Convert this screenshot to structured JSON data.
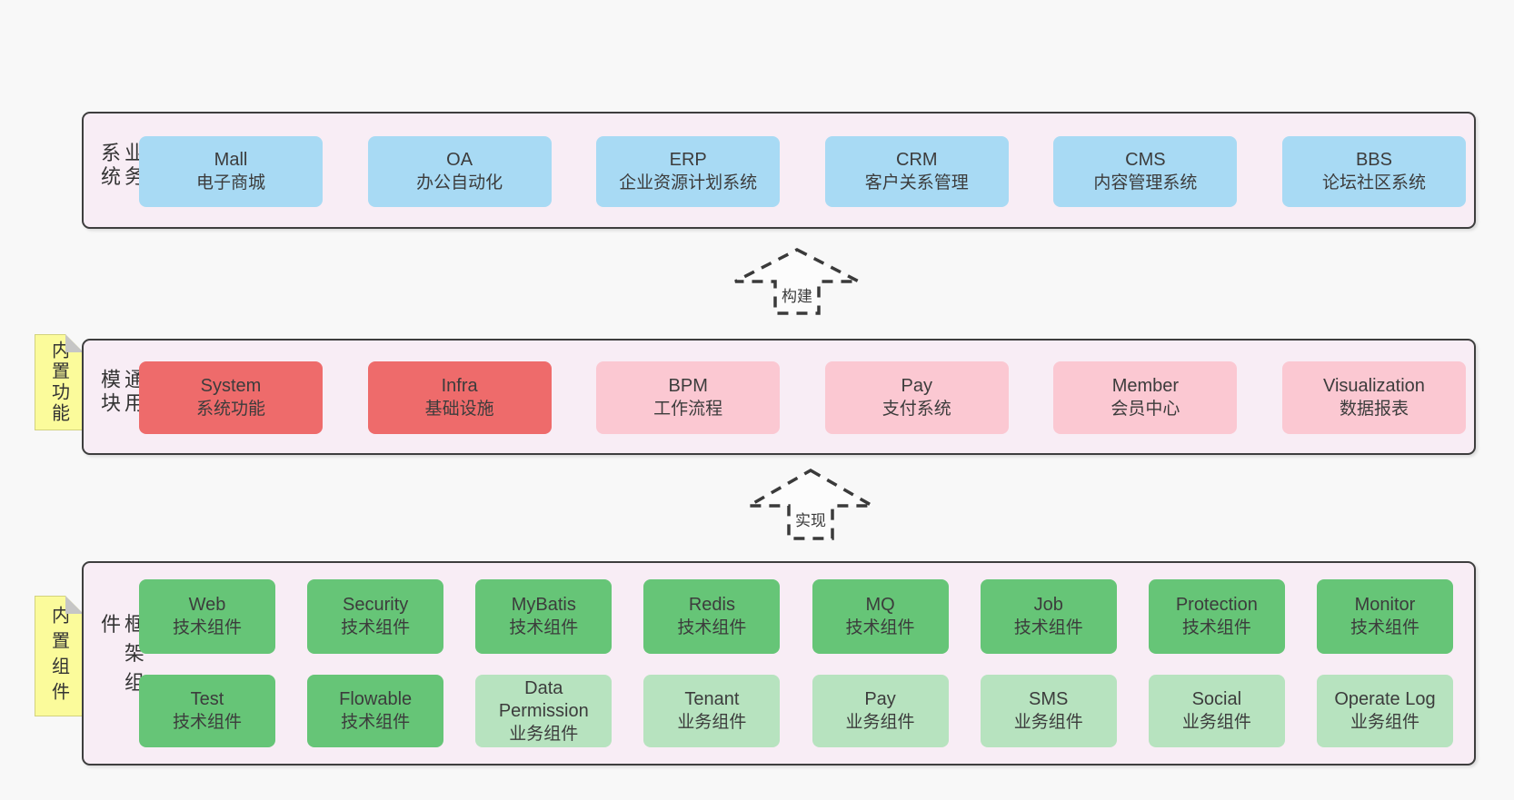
{
  "colors": {
    "page_bg": "#f8f8f8",
    "band_bg": "#f8edf5",
    "band_border": "#3e3e3e",
    "box_blue": "#a8daf4",
    "box_red": "#ee6b6b",
    "box_pink": "#fbc8d2",
    "box_green": "#66c577",
    "box_light_green": "#b7e3bf",
    "sticky_yellow": "#fbfb9b",
    "text": "#3c3c3c"
  },
  "arrows": [
    {
      "label": "构建"
    },
    {
      "label": "实现"
    }
  ],
  "bands": [
    {
      "label": "业务系统",
      "boxes": [
        {
          "title": "Mall",
          "subtitle": "电子商城"
        },
        {
          "title": "OA",
          "subtitle": "办公自动化"
        },
        {
          "title": "ERP",
          "subtitle": "企业资源计划系统"
        },
        {
          "title": "CRM",
          "subtitle": "客户关系管理"
        },
        {
          "title": "CMS",
          "subtitle": "内容管理系统"
        },
        {
          "title": "BBS",
          "subtitle": "论坛社区系统"
        }
      ]
    },
    {
      "label": "通用模块",
      "sticky": "内置功能",
      "boxes": [
        {
          "title": "System",
          "subtitle": "系统功能"
        },
        {
          "title": "Infra",
          "subtitle": "基础设施"
        },
        {
          "title": "BPM",
          "subtitle": "工作流程"
        },
        {
          "title": "Pay",
          "subtitle": "支付系统"
        },
        {
          "title": "Member",
          "subtitle": "会员中心"
        },
        {
          "title": "Visualization",
          "subtitle": "数据报表"
        }
      ]
    },
    {
      "label": "框架组件",
      "sticky": "内置组件",
      "rows": [
        [
          {
            "title": "Web",
            "subtitle": "技术组件"
          },
          {
            "title": "Security",
            "subtitle": "技术组件"
          },
          {
            "title": "MyBatis",
            "subtitle": "技术组件"
          },
          {
            "title": "Redis",
            "subtitle": "技术组件"
          },
          {
            "title": "MQ",
            "subtitle": "技术组件"
          },
          {
            "title": "Job",
            "subtitle": "技术组件"
          },
          {
            "title": "Protection",
            "subtitle": "技术组件"
          },
          {
            "title": "Monitor",
            "subtitle": "技术组件"
          }
        ],
        [
          {
            "title": "Test",
            "subtitle": "技术组件"
          },
          {
            "title": "Flowable",
            "subtitle": "技术组件"
          },
          {
            "title": "Data Permission",
            "subtitle": "业务组件"
          },
          {
            "title": "Tenant",
            "subtitle": "业务组件"
          },
          {
            "title": "Pay",
            "subtitle": "业务组件"
          },
          {
            "title": "SMS",
            "subtitle": "业务组件"
          },
          {
            "title": "Social",
            "subtitle": "业务组件"
          },
          {
            "title": "Operate Log",
            "subtitle": "业务组件"
          }
        ]
      ]
    }
  ]
}
